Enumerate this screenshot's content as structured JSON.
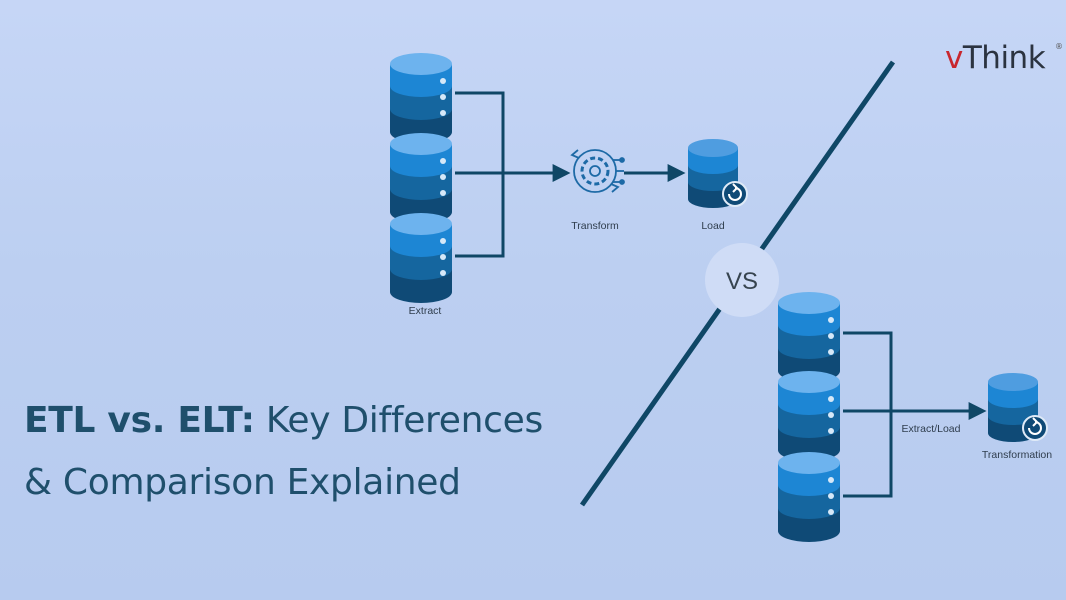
{
  "logo": {
    "prefix": "v",
    "name": "Think",
    "mark": "®"
  },
  "title": {
    "line1_strong": "ETL vs. ELT:",
    "line1_rest": " Key Differences",
    "line2": "& Comparison Explained"
  },
  "etl": {
    "extract_label": "Extract",
    "transform_label": "Transform",
    "load_label": "Load"
  },
  "elt": {
    "extract_load_label": "Extract/Load",
    "transformation_label": "Transformation"
  },
  "vs_label": "VS",
  "colors": {
    "line": "#0f4766",
    "db_top": "#6db3ee",
    "db_band1": "#1d86d4",
    "db_band2": "#15669f",
    "db_band3": "#0f4a76",
    "background": "#c3d4f4"
  }
}
